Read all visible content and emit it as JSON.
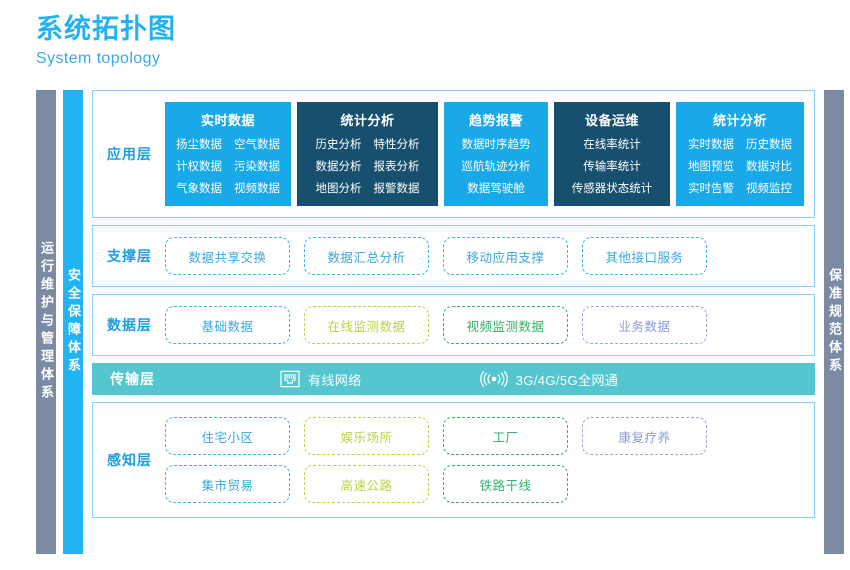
{
  "header": {
    "title_cn": "系统拓扑图",
    "title_en": "System topology"
  },
  "side_bars": {
    "left_outer": "运行维护与管理体系",
    "left_inner": "安全保障体系",
    "right": "保准规范体系"
  },
  "colors": {
    "title_blue": "#24b1f0",
    "accent_blue": "#19a9e8",
    "dark_navy": "#17506e",
    "teal": "#53c6cf",
    "slate": "#7b8ba3",
    "lime": "#bdd249",
    "green": "#32b26a",
    "purple": "#8d9ad8",
    "border_blue": "#8ad3f5"
  },
  "layers": {
    "application": {
      "label": "应用层",
      "cards": [
        {
          "title": "实时数据",
          "style": "blue",
          "columns": 2,
          "items": [
            "扬尘数据",
            "空气数据",
            "计权数据",
            "污染数据",
            "气象数据",
            "视频数据"
          ]
        },
        {
          "title": "统计分析",
          "style": "dark",
          "columns": 2,
          "items": [
            "历史分析",
            "特性分析",
            "数据分析",
            "报表分析",
            "地图分析",
            "报警数据"
          ]
        },
        {
          "title": "趋势报警",
          "style": "blue",
          "columns": 1,
          "items": [
            "数据时序趋势",
            "巡航轨迹分析",
            "数据驾驶舱"
          ]
        },
        {
          "title": "设备运维",
          "style": "dark",
          "columns": 1,
          "items": [
            "在线率统计",
            "传输率统计",
            "传感器状态统计"
          ]
        },
        {
          "title": "统计分析",
          "style": "blue",
          "columns": 2,
          "items": [
            "实时数据",
            "历史数据",
            "地图预览",
            "数据对比",
            "实时告警",
            "视频监控"
          ]
        }
      ]
    },
    "support": {
      "label": "支撑层",
      "items": [
        {
          "text": "数据共享交换",
          "color": "blue"
        },
        {
          "text": "数据汇总分析",
          "color": "blue"
        },
        {
          "text": "移动应用支撑",
          "color": "blue"
        },
        {
          "text": "其他接口服务",
          "color": "blue"
        }
      ]
    },
    "data": {
      "label": "数据层",
      "items": [
        {
          "text": "基础数据",
          "color": "blue"
        },
        {
          "text": "在线监测数据",
          "color": "lime"
        },
        {
          "text": "视频监测数据",
          "color": "green"
        },
        {
          "text": "业务数据",
          "color": "purple"
        }
      ]
    },
    "transmission": {
      "label": "传输层",
      "items": [
        {
          "text": "有线网络",
          "icon": "ethernet-port-icon"
        },
        {
          "text": "3G/4G/5G全网通",
          "icon": "wireless-signal-icon"
        }
      ]
    },
    "perception": {
      "label": "感知层",
      "row1": [
        {
          "text": "住宅小区",
          "color": "blue"
        },
        {
          "text": "娱乐场所",
          "color": "lime"
        },
        {
          "text": "工厂",
          "color": "green"
        },
        {
          "text": "康复疗养",
          "color": "purple"
        }
      ],
      "row2": [
        {
          "text": "集市贸易",
          "color": "blue"
        },
        {
          "text": "高速公路",
          "color": "lime"
        },
        {
          "text": "铁路干线",
          "color": "green"
        }
      ]
    }
  }
}
